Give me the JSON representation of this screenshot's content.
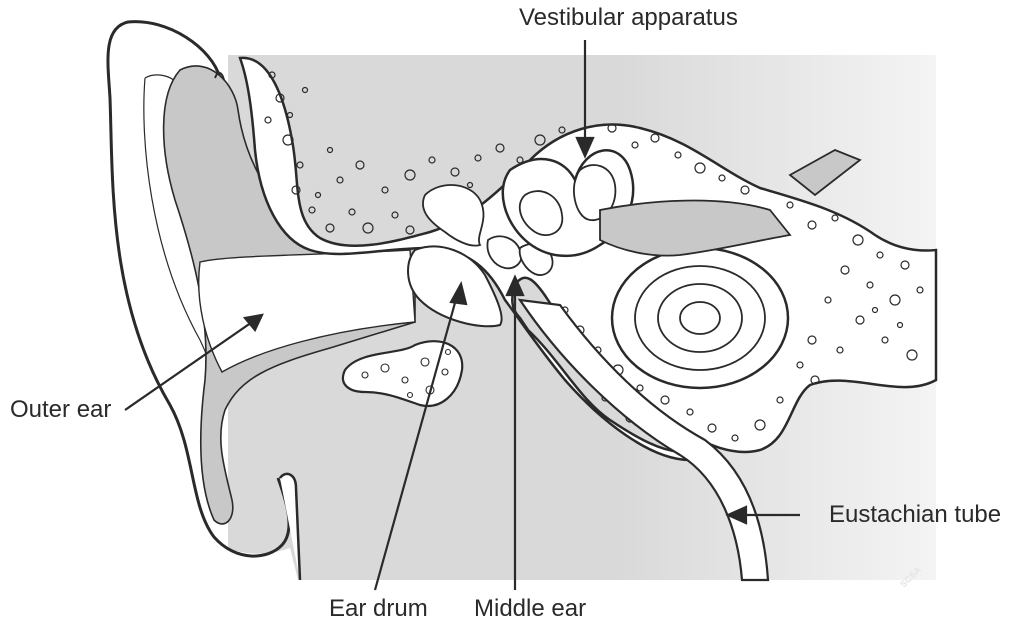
{
  "labels": {
    "vestibular": "Vestibular apparatus",
    "outer_ear": "Outer ear",
    "eustachian": "Eustachian tube",
    "ear_drum": "Ear drum",
    "middle_ear": "Middle ear"
  },
  "watermark": "SCSA",
  "colors": {
    "background": "#ffffff",
    "tissue": "#d9d9d9",
    "bone": "#ffffff",
    "outline": "#2a2a2a",
    "skin_gray": "#bdbdbd"
  }
}
